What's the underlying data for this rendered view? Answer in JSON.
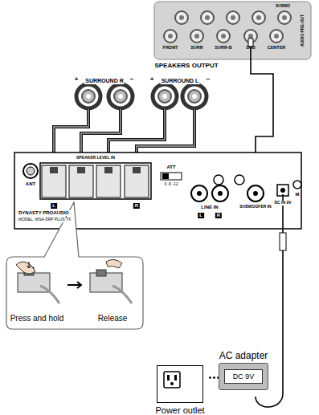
{
  "diagram": {
    "nodes": [
      {
        "text": [
          "AC adapter",
          "DC 9V"
        ]
      },
      {
        "text": [
          "Power outlet"
        ]
      }
    ],
    "edges": [
      {
        "from": 1,
        "to": 0,
        "arrow": "none"
      }
    ],
    "labels": [
      "SUBW2",
      "FRONT",
      "SURR",
      "SURR-B",
      "SUB",
      "CENTER",
      "AUDIO PRE-OUT",
      "SPEAKERS OUTPUT",
      "+",
      "SURROUND R",
      "−",
      "+",
      "SURROUND L",
      "−",
      "ANT",
      "SPEAKER LEVEL IN",
      "L",
      "R",
      "ATT",
      "0 -6 -12",
      "DYNASTY PROAUDIO",
      "MODEL: WSA-5RP PLUS TX",
      "LINE IN",
      "L",
      "R",
      "SUBWOOFER IN",
      "DC IN 9V",
      "M",
      "Press and hold",
      "Release"
    ]
  }
}
